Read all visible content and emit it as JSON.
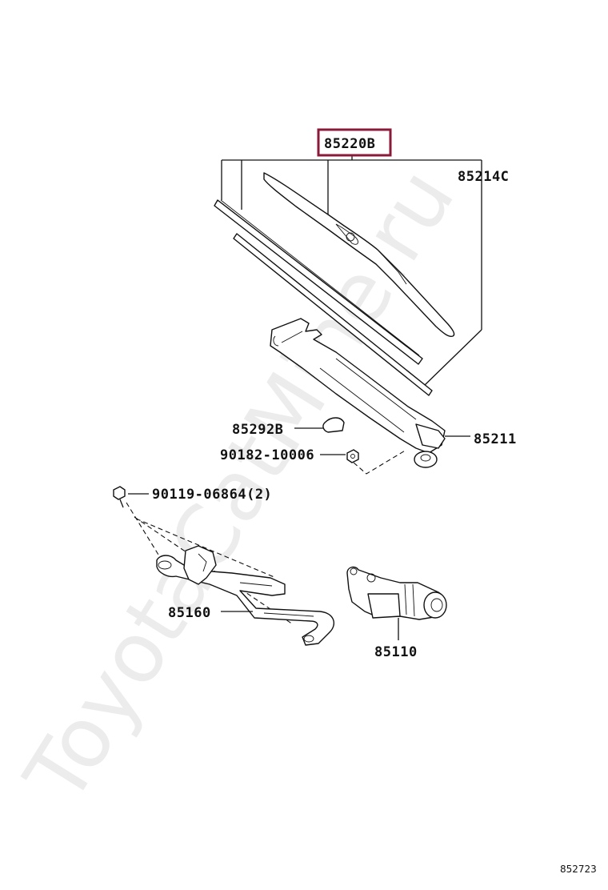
{
  "diagram": {
    "parts": [
      {
        "id": "85220B",
        "label": "85220B",
        "highlighted": true
      },
      {
        "id": "85214C",
        "label": "85214C"
      },
      {
        "id": "85211",
        "label": "85211"
      },
      {
        "id": "85292B",
        "label": "85292B"
      },
      {
        "id": "90182-10006",
        "label": "90182-10006"
      },
      {
        "id": "90119-06864",
        "label": "90119-06864(2)"
      },
      {
        "id": "85160",
        "label": "85160"
      },
      {
        "id": "85110",
        "label": "85110"
      }
    ],
    "watermark": "ToyotaCatMine.ru",
    "figure_code": "852723",
    "highlight_color": "#8b1a3a"
  }
}
